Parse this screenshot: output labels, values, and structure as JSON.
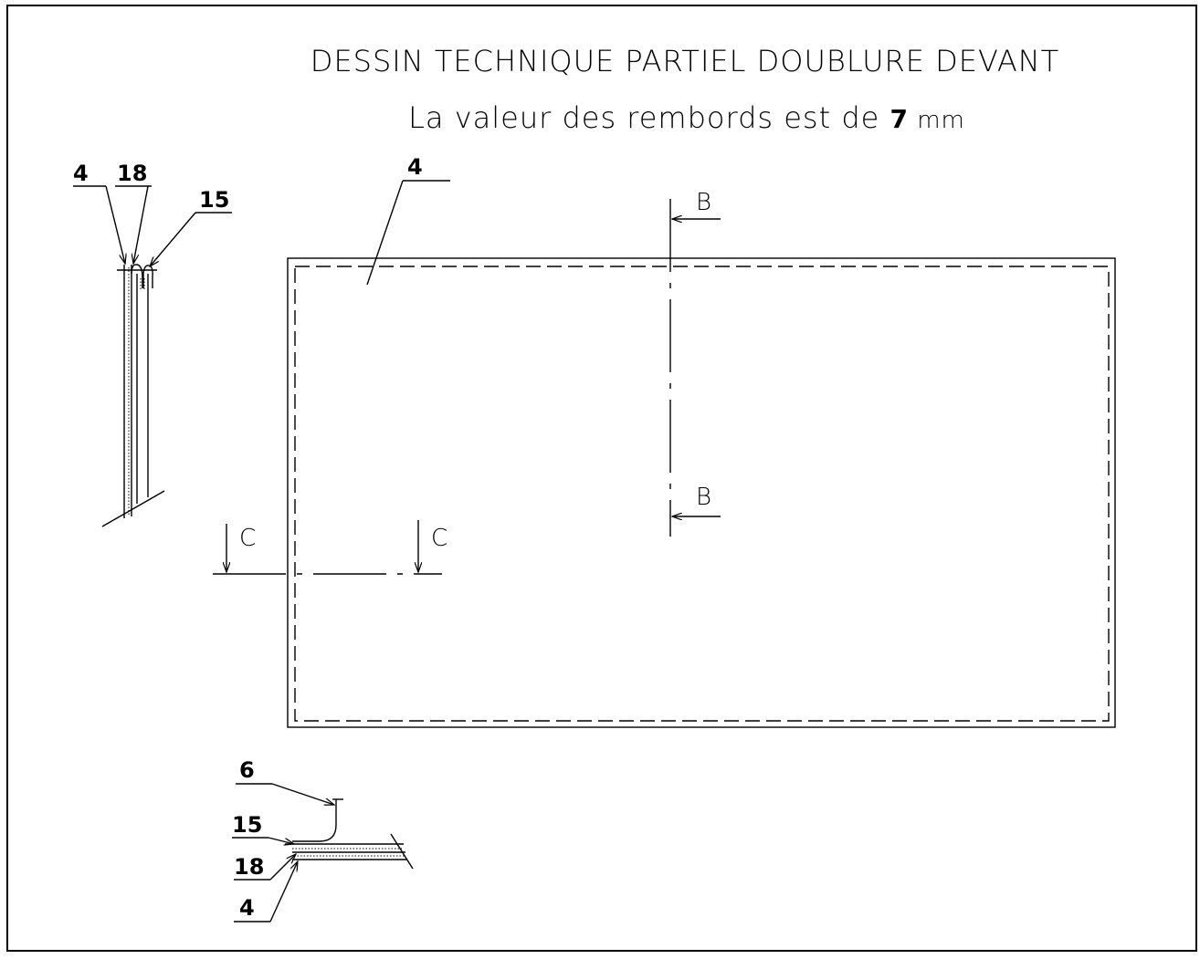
{
  "drawing": {
    "title": "DESSIN TECHNIQUE PARTIEL DOUBLURE DEVANT",
    "subtitle_prefix": "La valeur des rembords est de ",
    "subtitle_value": "7",
    "subtitle_unit": " mm"
  },
  "main_view": {
    "part_label": "4",
    "section_b_top": "B",
    "section_b_bottom": "B",
    "section_c_left": "C",
    "section_c_right": "C"
  },
  "side_section": {
    "label_a": "4",
    "label_b": "18",
    "label_c": "15"
  },
  "bottom_section": {
    "label_a": "6",
    "label_b": "15",
    "label_c": "18",
    "label_d": "4"
  }
}
